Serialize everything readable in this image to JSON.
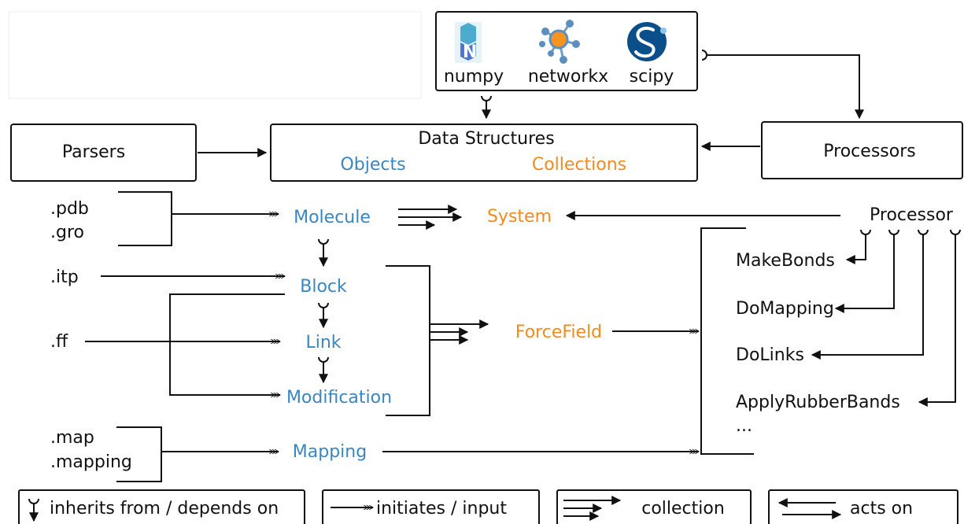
{
  "libraries": {
    "numpy": "numpy",
    "networkx": "networkx",
    "scipy": "scipy"
  },
  "data_structures": {
    "title": "Data Structures",
    "objects": "Objects",
    "collections": "Collections"
  },
  "parsers": "Parsers",
  "processors": "Processors",
  "inputs": {
    "pdb": ".pdb",
    "gro": ".gro",
    "itp": ".itp",
    "ff": ".ff",
    "map": ".map",
    "mapping": ".mapping"
  },
  "objects": {
    "molecule": "Molecule",
    "block": "Block",
    "link": "Link",
    "modification": "Modification",
    "mapping": "Mapping"
  },
  "collections": {
    "system": "System",
    "forcefield": "ForceField"
  },
  "processor": {
    "label": "Processor",
    "items": [
      "MakeBonds",
      "DoMapping",
      "DoLinks",
      "ApplyRubberBands"
    ],
    "more": "..."
  },
  "legend": {
    "inherits": "inherits from / depends on",
    "initiates": "initiates / input",
    "collection": "collection",
    "acts_on": "acts on"
  },
  "colors": {
    "objects": "#3a86c0",
    "collections": "#f28a1e",
    "numpy_logo": "#4dabcf",
    "networkx_logo": "#f7931e",
    "scipy_logo": "#0b4f8a"
  }
}
